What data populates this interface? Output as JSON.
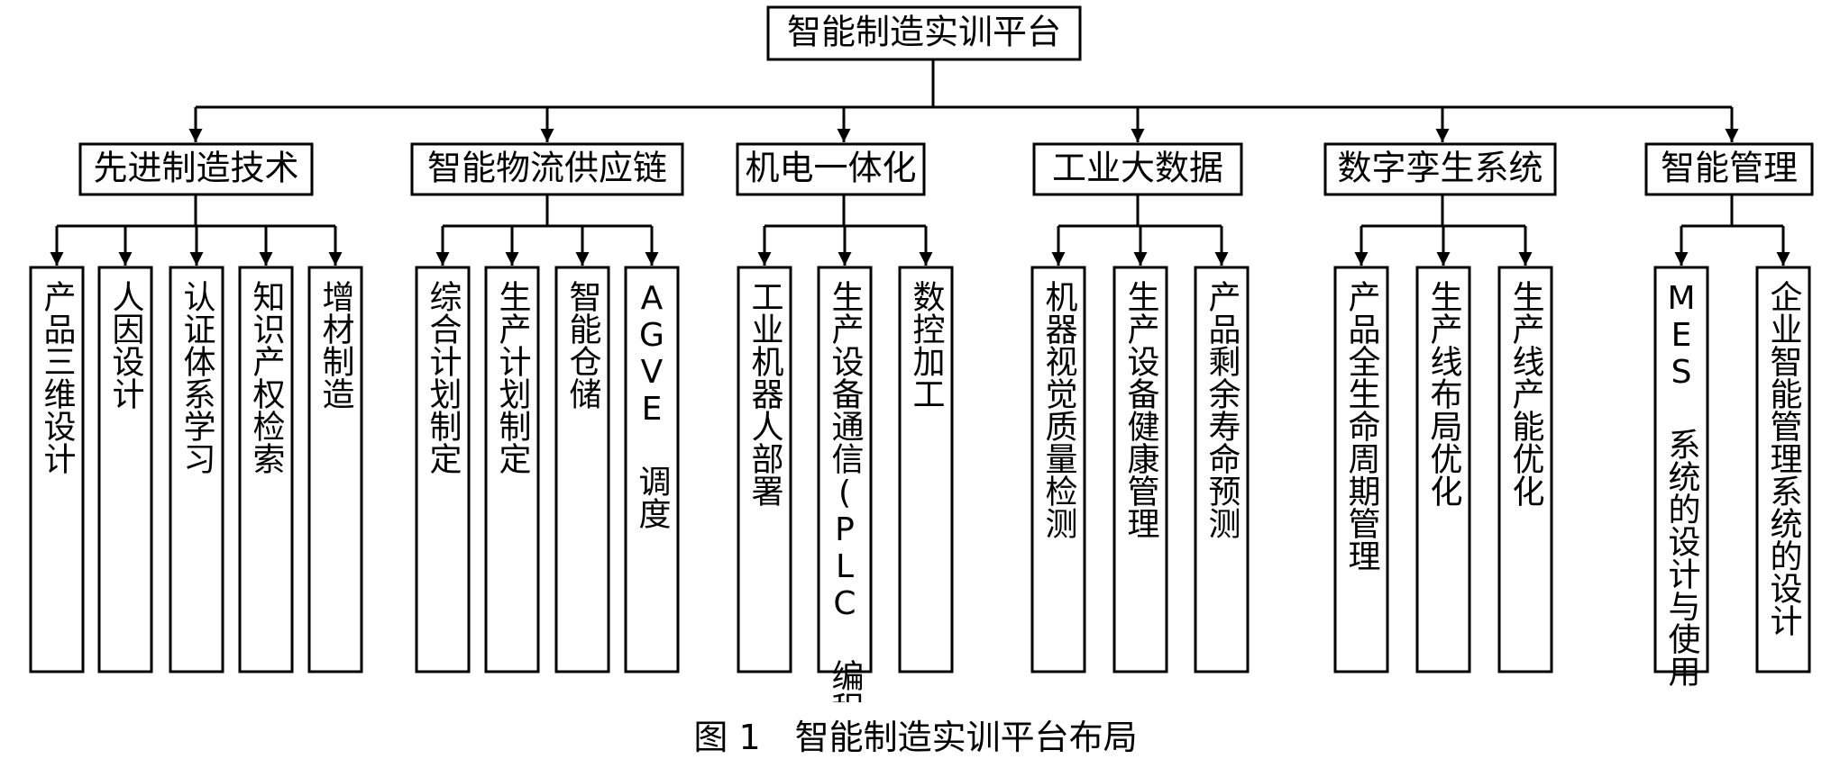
{
  "diagram": {
    "root": "智能制造实训平台",
    "categories": [
      {
        "label": "先进制造技术",
        "children": [
          "产品三维设计",
          "人因设计",
          "认证体系学习",
          "知识产权检索",
          "增材制造"
        ]
      },
      {
        "label": "智能物流供应链",
        "children": [
          "综合计划制定",
          "生产计划制定",
          "智能仓储",
          "AGVE 调度"
        ]
      },
      {
        "label": "机电一体化",
        "children": [
          "工业机器人部署",
          "生产设备通信(PLC 编程)",
          "数控加工"
        ]
      },
      {
        "label": "工业大数据",
        "children": [
          "机器视觉质量检测",
          "生产设备健康管理",
          "产品剩余寿命预测"
        ]
      },
      {
        "label": "数字孪生系统",
        "children": [
          "产品全生命周期管理",
          "生产线布局优化",
          "生产线产能优化"
        ]
      },
      {
        "label": "智能管理",
        "children": [
          "MES 系统的设计与使用",
          "企业智能管理系统的设计"
        ]
      }
    ]
  },
  "caption": "图 1　智能制造实训平台布局"
}
